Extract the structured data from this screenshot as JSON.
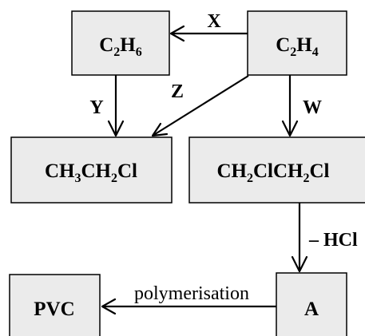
{
  "nodes": {
    "c2h6": {
      "formula": [
        {
          "t": "C"
        },
        {
          "t": "2",
          "sub": true
        },
        {
          "t": "H"
        },
        {
          "t": "6",
          "sub": true
        }
      ]
    },
    "c2h4": {
      "formula": [
        {
          "t": "C"
        },
        {
          "t": "2",
          "sub": true
        },
        {
          "t": "H"
        },
        {
          "t": "4",
          "sub": true
        }
      ]
    },
    "chloroethane": {
      "formula": [
        {
          "t": "CH"
        },
        {
          "t": "3",
          "sub": true
        },
        {
          "t": "CH"
        },
        {
          "t": "2",
          "sub": true
        },
        {
          "t": "Cl"
        }
      ]
    },
    "dichloroethane": {
      "formula": [
        {
          "t": "CH"
        },
        {
          "t": "2",
          "sub": true
        },
        {
          "t": "ClCH"
        },
        {
          "t": "2",
          "sub": true
        },
        {
          "t": "Cl"
        }
      ]
    },
    "pvc": {
      "label": "PVC"
    },
    "a": {
      "label": "A"
    }
  },
  "edges": {
    "x": {
      "label": "X"
    },
    "y": {
      "label": "Y"
    },
    "z": {
      "label": "Z"
    },
    "w": {
      "label": "W"
    },
    "hcl": {
      "label": "– HCl"
    },
    "polymerisation": {
      "label": "polymerisation"
    }
  }
}
